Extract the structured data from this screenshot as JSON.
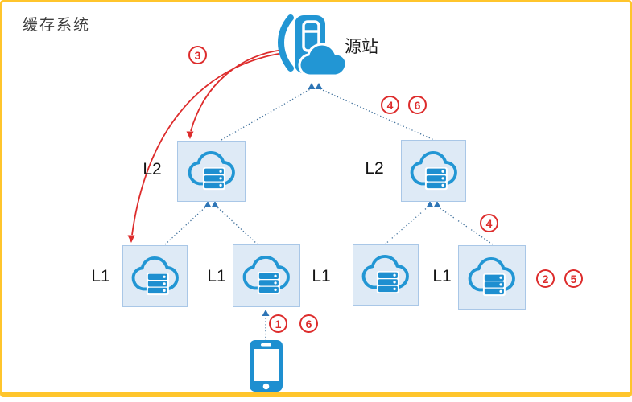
{
  "title": "缓存系统",
  "origin": {
    "label": "源站",
    "icon": "origin-server-cloud-icon"
  },
  "nodes": [
    {
      "id": "l2-left",
      "tier": "L2",
      "label": "L2"
    },
    {
      "id": "l2-right",
      "tier": "L2",
      "label": "L2"
    },
    {
      "id": "l1-1",
      "tier": "L1",
      "label": "L1"
    },
    {
      "id": "l1-2",
      "tier": "L1",
      "label": "L1"
    },
    {
      "id": "l1-3",
      "tier": "L1",
      "label": "L1"
    },
    {
      "id": "l1-4",
      "tier": "L1",
      "label": "L1"
    }
  ],
  "client": {
    "icon": "smartphone-icon"
  },
  "steps": {
    "near_phone": [
      "1",
      "6"
    ],
    "near_origin_left": [
      "3"
    ],
    "near_origin_right": [
      "4",
      "6"
    ],
    "near_l2_right_branch": [
      "4"
    ],
    "near_l1_right": [
      "2",
      "5"
    ]
  },
  "colors": {
    "frame_yellow": "#FFC52C",
    "node_fill": "#DEEAF6",
    "node_border": "#A9C7E7",
    "icon_blue": "#2296D4",
    "server_blue": "#1E8FD0",
    "connector_blue": "#41719C",
    "arrowhead_blue": "#2E75B6",
    "accent_red": "#DD2C2C"
  }
}
